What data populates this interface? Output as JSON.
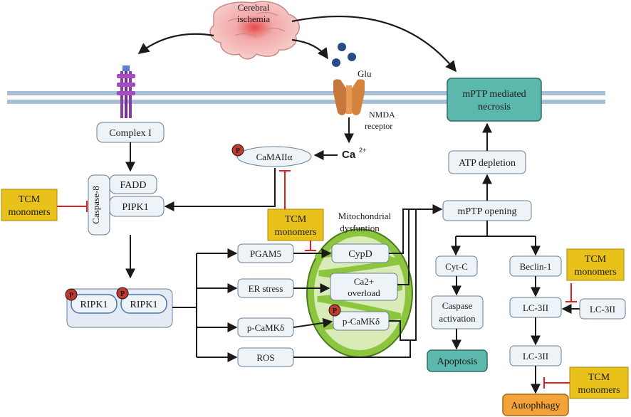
{
  "labels": {
    "cerebral_ischemia": [
      "Cerebral",
      "ischemia"
    ],
    "glu": "Glu",
    "nmda_receptor": [
      "NMDA",
      "receptor"
    ],
    "ca": "Ca",
    "ca_sup": "2+",
    "mptp_necrosis": [
      "mPTP mediated",
      "necrosis"
    ],
    "complex_i": "Complex I",
    "camkii": "CaMAIIα",
    "fadd": "FADD",
    "pipk1": "PIPK1",
    "caspase8": "Caspase-8",
    "tcm": [
      "TCM",
      "monomers"
    ],
    "ripk1": "RIPK1",
    "atp_depletion": "ATP depletion",
    "mptp_opening": "mPTP opening",
    "mito_dysfunction": [
      "Mitochondrial",
      "dysfuntion"
    ],
    "pgam5": "PGAM5",
    "er_stress": "ER stress",
    "p_camkd": "p-CaMKδ",
    "ros": "ROS",
    "cypd": "CypD",
    "ca_overload": [
      "Ca2+",
      "overload"
    ],
    "p_camkd_mito": "p-CaMKδ",
    "cyt_c": "Cyt-C",
    "caspase_activation": [
      "Caspase",
      "activation"
    ],
    "apoptosis": "Apoptosis",
    "beclin1": "Beclin-1",
    "lc3ii": "LC-3II",
    "autophagy": "Autophhagy",
    "p": "P"
  },
  "colors": {
    "membrane": "#9fb3cc",
    "box_fill": "#eef3f8",
    "box_stroke": "#6a7d92",
    "tcm_fill": "#e8c21a",
    "teal": "#5cb8ad",
    "orange": "#f2a33a",
    "inhibit": "#e02020",
    "mito_green": "#8cc63f",
    "phospho": "#c0392b"
  }
}
